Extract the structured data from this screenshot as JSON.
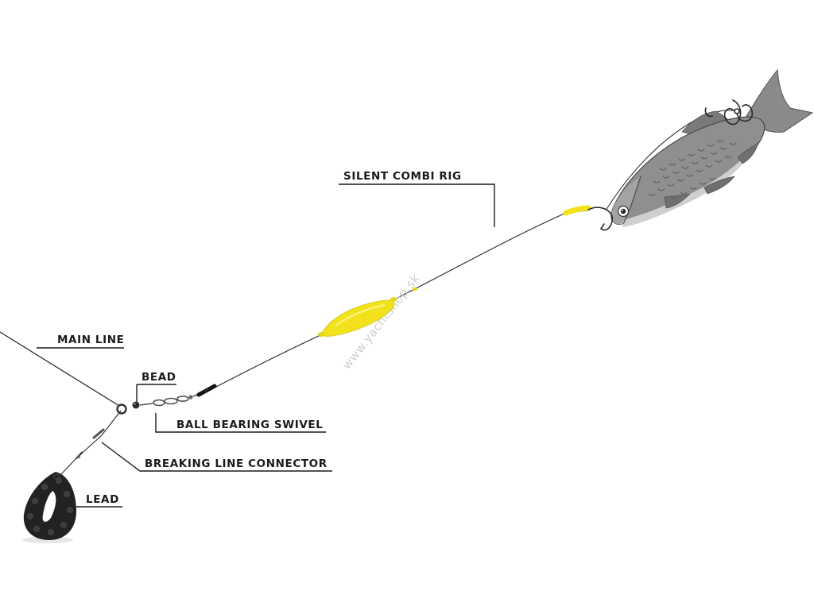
{
  "labels": {
    "silent_combi_rig": "SILENT COMBI RIG",
    "main_line": "MAIN LINE",
    "bead": "BEAD",
    "ball_bearing_swivel": "BALL BEARING SWIVEL",
    "breaking_line_connector": "BREAKING LINE CONNECTOR",
    "lead": "LEAD"
  },
  "watermark": "www.yachtshop.sk",
  "colors": {
    "float": "#f2e21c",
    "lead": "#222222",
    "line": "#2a2a2a",
    "fish_body": "#8f8f8f",
    "fish_belly": "#cfcfcf"
  },
  "icons": {
    "fish": "baitfish-icon",
    "hook": "treble-hook-icon",
    "float": "oval-float-icon",
    "lead": "pear-lead-icon"
  }
}
